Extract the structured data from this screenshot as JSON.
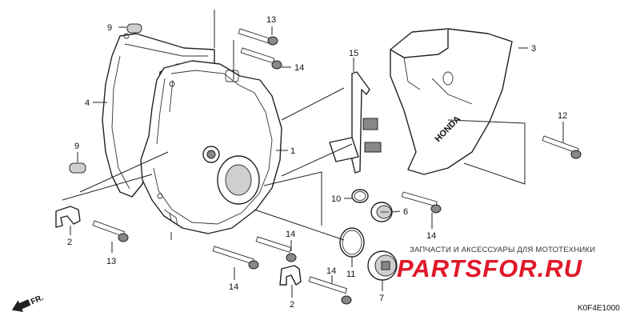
{
  "diagram": {
    "callouts": [
      "1",
      "2",
      "2",
      "3",
      "4",
      "6",
      "7",
      "9",
      "9",
      "10",
      "11",
      "12",
      "13",
      "13",
      "14",
      "14",
      "14",
      "14",
      "14",
      "15"
    ],
    "direction_label": "FR.",
    "drawing_code": "K0F4E1000",
    "stamped_brand": "HONDA"
  },
  "watermark": {
    "caption": "ЗАПЧАСТИ И АКСЕССУАРЫ ДЛЯ МОТОТЕХНИКИ",
    "brand": "PARTSFOR.RU",
    "brand_color": "#e0182a"
  }
}
